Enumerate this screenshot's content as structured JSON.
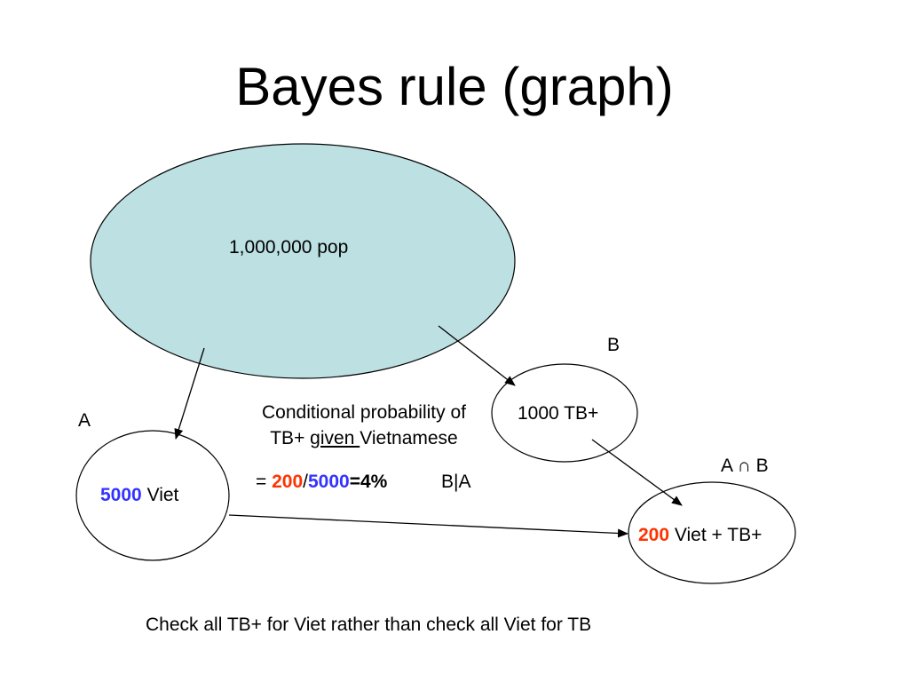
{
  "title": "Bayes rule (graph)",
  "colors": {
    "population_fill": "#bde0e2",
    "highlight_red": "#ff3300",
    "highlight_blue": "#3333ff",
    "stroke": "#000000"
  },
  "nodes": {
    "population": {
      "label": "1,000,000 pop"
    },
    "viet": {
      "set_label": "A",
      "count": "5000",
      "text": "Viet"
    },
    "tb": {
      "set_label": "B",
      "text": "1000 TB+"
    },
    "intersection": {
      "set_label": "A ∩ B",
      "count": "200",
      "text": "Viet + TB+"
    }
  },
  "conditional": {
    "line1": "Conditional probability of",
    "line2_prefix": "TB+ ",
    "line2_underlined": "given ",
    "line2_suffix": "Vietnamese",
    "eq_prefix": "= ",
    "numerator": "200",
    "slash": "/",
    "denominator": "5000",
    "result": "=4%",
    "notation": "B|A"
  },
  "footer": "Check all TB+ for Viet rather than check all Viet for TB"
}
